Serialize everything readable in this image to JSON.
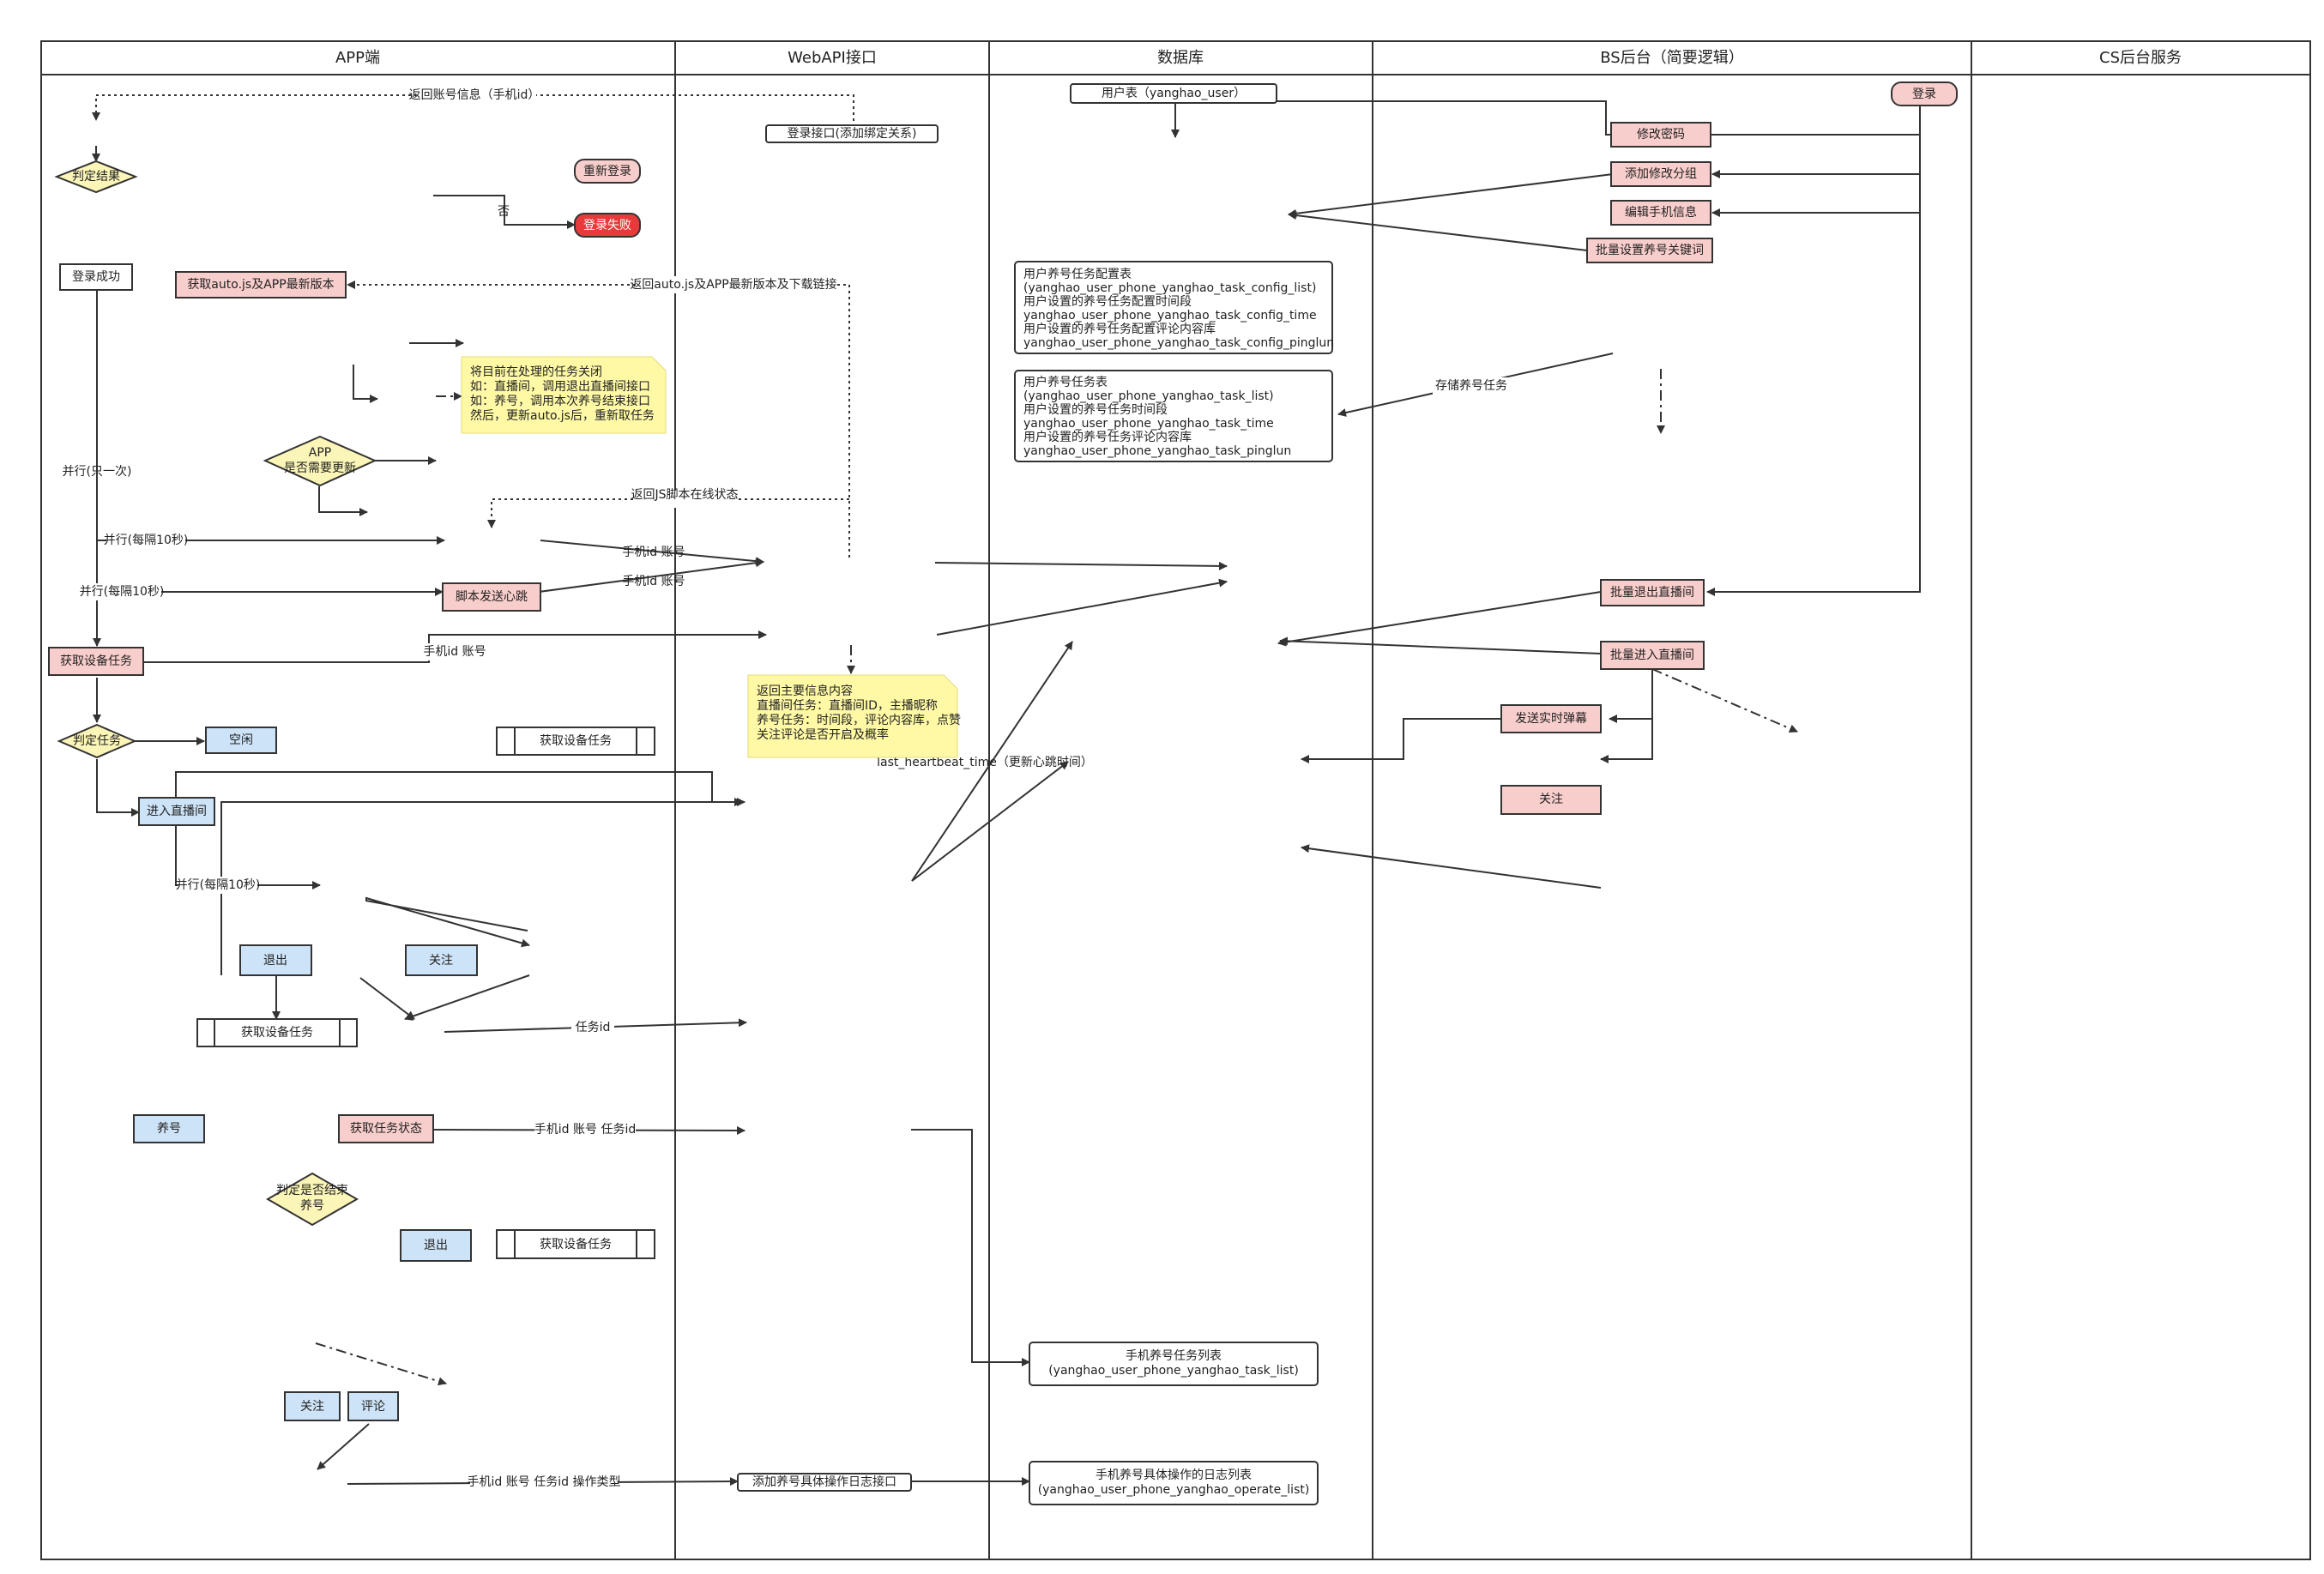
{
  "lanes": {
    "app": "APP端",
    "webapi": "WebAPI接口",
    "db": "数据库",
    "bs": "BS后台（简要逻辑）",
    "cs": "CS后台服务"
  },
  "app_nodes": {
    "judge_result": "判定结果",
    "relogin": "重新登录",
    "login_fail": "登录失败",
    "no_label": "否",
    "login_success": "登录成功",
    "get_autojs_version": "获取auto.js及APP最新版本",
    "app_need_update_line1": "APP",
    "app_need_update_line2": "是否需要更新",
    "heartbeat": "脚本发送心跳",
    "get_device_task": "获取设备任务",
    "judge_task": "判定任务",
    "idle": "空闲",
    "get_device_task_proc1": "获取设备任务",
    "enter_live": "进入直播间",
    "exit_1": "退出",
    "follow_1": "关注",
    "get_device_task_proc2": "获取设备任务",
    "yanghao": "养号",
    "get_task_status": "获取任务状态",
    "judge_end_line1": "判定是否结束",
    "judge_end_line2": "养号",
    "exit_2": "退出",
    "get_device_task_proc3": "获取设备任务",
    "follow_2": "关注",
    "comment": "评论"
  },
  "app_labels": {
    "return_account": "返回账号信息（手机id）",
    "return_autojs": "返回auto.js及APP最新版本及下载链接",
    "parallel_once": "并行(只一次)",
    "parallel_10s_a": "并行(每隔10秒)",
    "parallel_10s_b": "并行(每隔10秒)",
    "parallel_10s_c": "并行(每隔10秒)",
    "return_js_status": "返回JS脚本在线状态",
    "phone_account_1": "手机id 账号",
    "phone_account_2": "手机id 账号",
    "phone_account_3": "手机id 账号",
    "task_id": "任务id",
    "phone_account_task": "手机id 账号 任务id",
    "phone_account_task_op": "手机id 账号 任务id 操作类型"
  },
  "note1": {
    "line1": "将目前在处理的任务关闭",
    "line2": "如：直播间，调用退出直播间接口",
    "line3": "如：养号，调用本次养号结束接口",
    "line4": "然后，更新auto.js后，重新取任务"
  },
  "note2": {
    "line1": "返回主要信息内容",
    "line2": "直播间任务：直播间ID，主播昵称",
    "line3": "养号任务：时间段，评论内容库，点赞",
    "line4": "关注评论是否开启及概率"
  },
  "webapi": {
    "login_api": "登录接口(添加绑定关系)",
    "add_log_api": "添加养号具体操作日志接口"
  },
  "db": {
    "user_table": "用户表（yanghao_user）",
    "config_box": [
      "用户养号任务配置表",
      "(yanghao_user_phone_yanghao_task_config_list)",
      "用户设置的养号任务配置时间段",
      "yanghao_user_phone_yanghao_task_config_time",
      "用户设置的养号任务配置评论内容库",
      "yanghao_user_phone_yanghao_task_config_pinglun"
    ],
    "task_box": [
      "用户养号任务表",
      "(yanghao_user_phone_yanghao_task_list)",
      "用户设置的养号任务时间段",
      "yanghao_user_phone_yanghao_task_time",
      "用户设置的养号任务评论内容库",
      "yanghao_user_phone_yanghao_task_pinglun"
    ],
    "heartbeat_field": "last_heartbeat_time（更新心跳时间）",
    "task_list_line1": "手机养号任务列表",
    "task_list_line2": "(yanghao_user_phone_yanghao_task_list)",
    "log_list_line1": "手机养号具体操作的日志列表",
    "log_list_line2": "(yanghao_user_phone_yanghao_operate_list)"
  },
  "bs": {
    "login": "登录",
    "change_pwd": "修改密码",
    "add_group": "添加修改分组",
    "edit_phone": "编辑手机信息",
    "batch_keywords": "批量设置养号关键词",
    "store_task": "存储养号任务",
    "batch_exit_live": "批量退出直播间",
    "batch_enter_live": "批量进入直播间",
    "send_danmaku": "发送实时弹幕",
    "follow": "关注"
  }
}
